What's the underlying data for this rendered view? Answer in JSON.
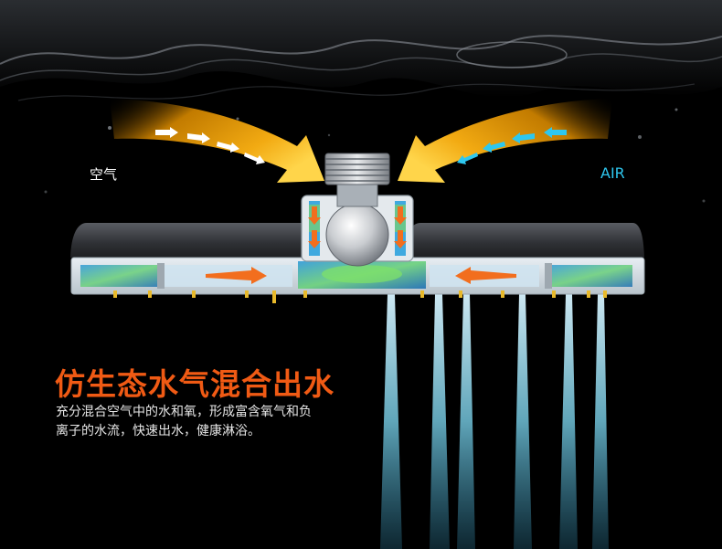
{
  "labels": {
    "air_cn": "空气",
    "air_en": "AIR"
  },
  "headline": "仿生态水气混合出水",
  "body_lines": [
    "充分混合空气中的水和氧，形成富含氧气和负",
    "离子的水流，快速出水，健康淋浴。"
  ],
  "colors": {
    "headline": "#f05a14",
    "air_en": "#2ec7ef",
    "air_cn": "#ffffff",
    "body": "#e6e6e6",
    "arrow_gold": "#f5b31a",
    "water_blue": "#7fd4ee"
  },
  "icons": {
    "left_arrow": "air-intake-arrow-icon",
    "right_arrow": "air-intake-arrow-icon",
    "nozzle": "threaded-connector-icon"
  }
}
